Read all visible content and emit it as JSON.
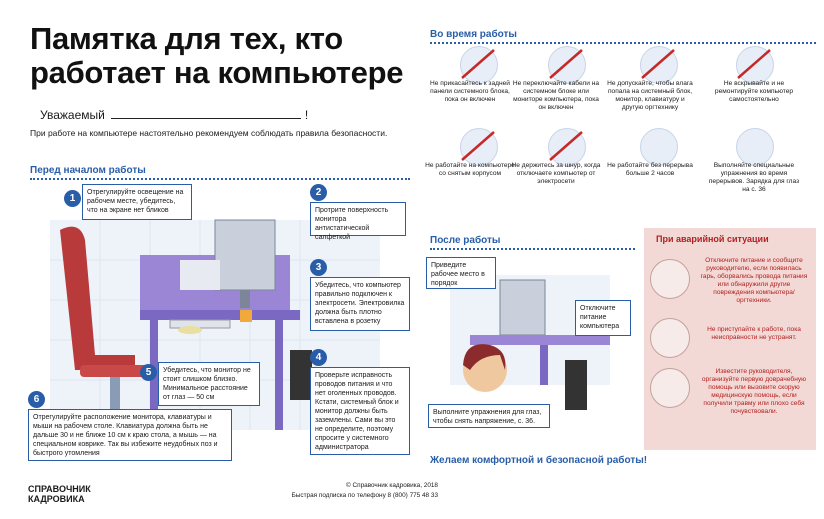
{
  "header": {
    "title_line1": "Памятка для тех, кто",
    "title_line2": "работает на компьютере",
    "dear": "Уважаемый",
    "dear_end": "!",
    "intro": "При работе на компьютере настоятельно рекомендуем соблюдать правила безопасности."
  },
  "before": {
    "heading": "Перед началом работы",
    "steps": [
      {
        "num": "1",
        "text": "Отрегулируйте освещение на рабочем месте, убедитесь, что на экране нет бликов"
      },
      {
        "num": "2",
        "text": "Протрите поверхность монитора антистатической салфеткой"
      },
      {
        "num": "3",
        "text": "Убедитесь, что компьютер правильно подключен к электросети. Электровилка должна быть плотно вставлена в розетку"
      },
      {
        "num": "4",
        "text": "Проверьте исправность проводов питания и что нет оголенных проводов. Кстати, системный блок и монитор должны быть заземлены. Сами вы это не определите, поэтому спросите у системного администратора"
      },
      {
        "num": "5",
        "text": "Убедитесь, что монитор не стоит слишком близко. Минимальное расстояние от глаз — 50 см"
      },
      {
        "num": "6",
        "text": "Отрегулируйте расположение монитора, клавиатуры и мыши на рабочем столе. Клавиатура должна быть не дальше 30 и не ближе 10 см к краю стола, а мышь — на специальном коврике. Так вы избежите неудобных поз и быстрого утомления"
      }
    ]
  },
  "during": {
    "heading": "Во время работы",
    "items": [
      "Не прикасайтесь к задней панели системного блока, пока он включен",
      "Не переключайте кабели на системном блоке или мониторе компьютера, пока он включен",
      "Не допускайте, чтобы влага попала на системный блок, монитор, клавиатуру и другую оргтехнику",
      "Не вскрывайте и не ремонтируйте компьютер самостоятельно",
      "Не работайте на компьютере со снятым корпусом",
      "Не держитесь за шнур, когда отключаете компьютер от электросети",
      "Не работайте без перерыва больше 2 часов",
      "Выполняйте специальные упражнения во время перерывов. Зарядка для глаз на с. 36"
    ]
  },
  "after": {
    "heading": "После работы",
    "box1": "Приведите рабочее место в порядок",
    "box2": "Отключите питание компьютера",
    "box3": "Выполните упражнения для глаз, чтобы снять напряжение, с. 36."
  },
  "emergency": {
    "heading": "При аварийной ситуации",
    "items": [
      "Отключите питание и сообщите руководителю, если появилась гарь, оборвались провода питания или обнаружили другие повреждения компьютера/оргтехники.",
      "Не приступайте к работе, пока неисправности не устранят.",
      "Известите руководителя, организуйте первую доврачебную помощь или вызовите скорую медицинскую помощь, если получили травму или плохо себя почувствовали."
    ]
  },
  "wish": "Желаем комфортной и безопасной работы!",
  "footer": {
    "brand_line1": "СПРАВОЧНИК",
    "brand_line2": "КАДРОВИКА",
    "copyright": "© Справочник кадровика, 2018",
    "subscribe": "Быстрая подписка по телефону 8 (800) 775 48 33"
  }
}
